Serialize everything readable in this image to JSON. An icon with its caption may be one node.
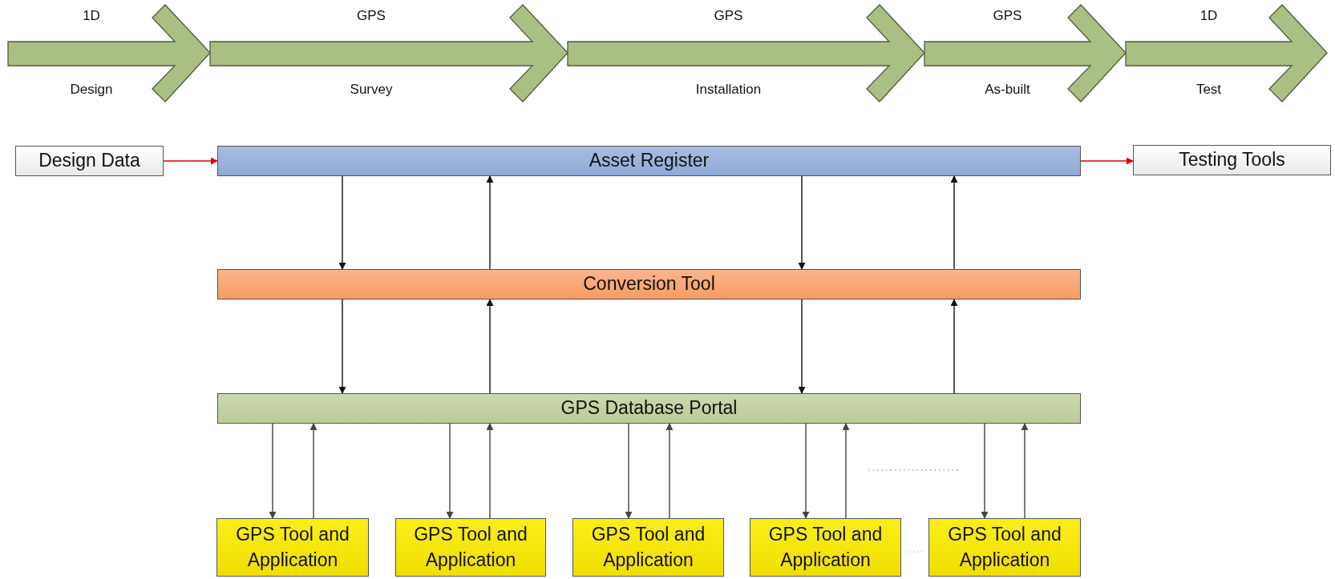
{
  "diagram": {
    "nodes": [
      {
        "text": [
          "1D",
          "Design"
        ]
      },
      {
        "text": [
          "GPS",
          "Survey"
        ]
      },
      {
        "text": [
          "GPS",
          "Installation"
        ]
      },
      {
        "text": [
          "GPS",
          "As-built"
        ]
      },
      {
        "text": [
          "1D",
          "Test"
        ]
      },
      {
        "text": [
          "Design Data"
        ]
      },
      {
        "text": [
          "Asset Register"
        ]
      },
      {
        "text": [
          "Testing Tools"
        ]
      },
      {
        "text": [
          "Conversion Tool"
        ]
      },
      {
        "text": [
          "GPS Database Portal"
        ]
      },
      {
        "text": [
          "GPS Tool and Application"
        ]
      },
      {
        "text": [
          "GPS Tool and Application"
        ]
      },
      {
        "text": [
          "GPS Tool and Application"
        ]
      },
      {
        "text": [
          "GPS Tool and Application"
        ]
      },
      {
        "text": [
          "GPS Tool and Application"
        ]
      }
    ],
    "edges": [
      {
        "from": 5,
        "to": 6,
        "arrow": "to",
        "color": "#e00000"
      },
      {
        "from": 6,
        "to": 7,
        "arrow": "to",
        "color": "#e00000"
      },
      {
        "from": 6,
        "to": 8,
        "arrow": "to"
      },
      {
        "from": 8,
        "to": 6,
        "arrow": "to"
      },
      {
        "from": 6,
        "to": 8,
        "arrow": "to"
      },
      {
        "from": 8,
        "to": 6,
        "arrow": "to"
      },
      {
        "from": 8,
        "to": 9,
        "arrow": "to"
      },
      {
        "from": 9,
        "to": 8,
        "arrow": "to"
      },
      {
        "from": 8,
        "to": 9,
        "arrow": "to"
      },
      {
        "from": 9,
        "to": 8,
        "arrow": "to"
      },
      {
        "from": 9,
        "to": 10,
        "arrow": "to"
      },
      {
        "from": 10,
        "to": 9,
        "arrow": "to"
      },
      {
        "from": 9,
        "to": 11,
        "arrow": "to"
      },
      {
        "from": 11,
        "to": 9,
        "arrow": "to"
      },
      {
        "from": 9,
        "to": 12,
        "arrow": "to"
      },
      {
        "from": 12,
        "to": 9,
        "arrow": "to"
      },
      {
        "from": 9,
        "to": 13,
        "arrow": "to"
      },
      {
        "from": 13,
        "to": 9,
        "arrow": "to"
      },
      {
        "from": 9,
        "to": 14,
        "arrow": "to"
      },
      {
        "from": 14,
        "to": 9,
        "arrow": "to"
      }
    ]
  }
}
